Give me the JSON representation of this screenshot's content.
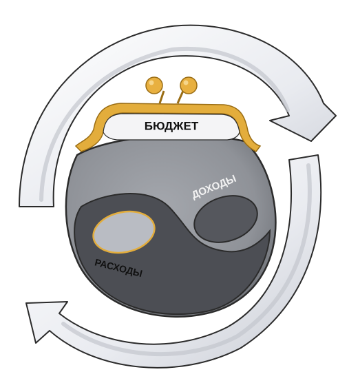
{
  "diagram": {
    "labels": {
      "budget": "БЮДЖЕТ",
      "income": "ДОХОДЫ",
      "expenses": "РАСХОДЫ"
    },
    "colors": {
      "purse_body": "#8f9298",
      "purse_dark_half": "#4c4e54",
      "income_pocket": "#55575d",
      "expense_pocket": "#b9bcc3",
      "clasp": "#e3ad3c",
      "clasp_bead": "#e8b040",
      "cycle_arrows": "#e6e8ee",
      "outline": "#2b2b2b"
    },
    "icons": {
      "purse": "coin-purse-icon",
      "cycle": "circular-arrows-icon"
    }
  }
}
